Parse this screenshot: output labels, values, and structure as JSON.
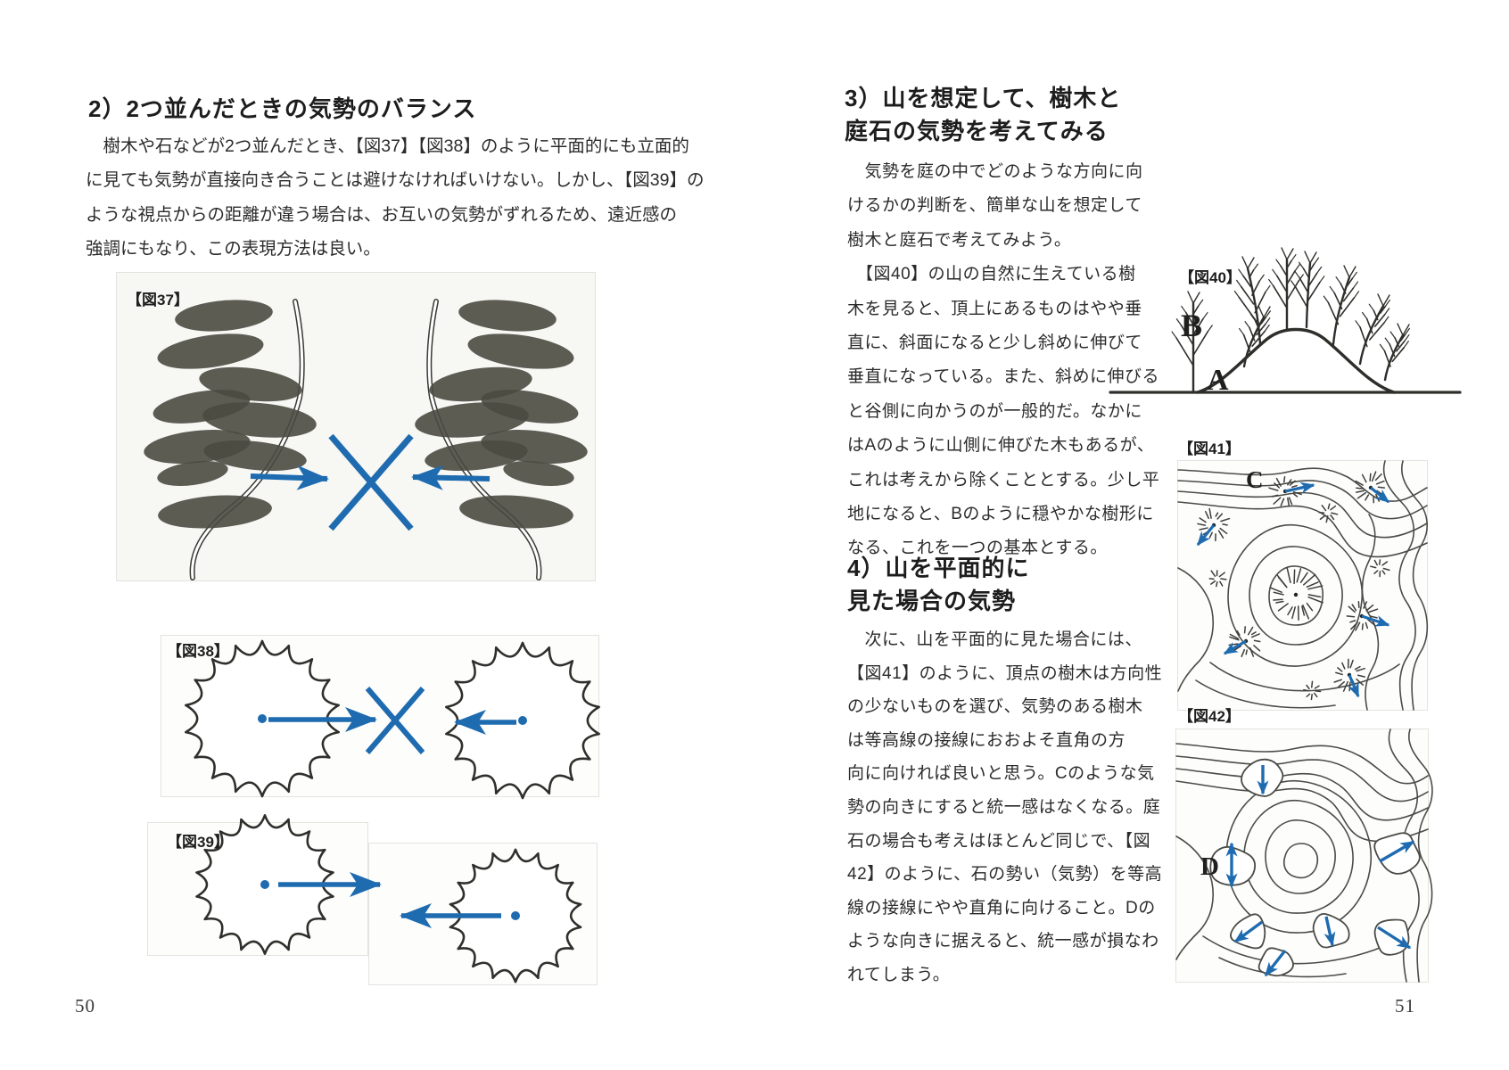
{
  "page": {
    "left_number": "50",
    "right_number": "51"
  },
  "colors": {
    "accent_blue": "#1e6bb0",
    "ink": "#2b2b2b",
    "figure_line": "#4b4b47"
  },
  "left_column": {
    "heading": "2）2つ並んだときの気勢のバランス",
    "paragraph_lines": [
      "　樹木や石などが2つ並んだとき、【図37】【図38】のように平面的にも立面的",
      "に見ても気勢が直接向き合うことは避けなければいけない。しかし、【図39】の",
      "ような視点からの距離が違う場合は、お互いの気勢がずれるため、遠近感の",
      "強調にもなり、この表現方法は良い。"
    ],
    "fig37": {
      "label": "【図37】"
    },
    "fig38": {
      "label": "【図38】"
    },
    "fig39": {
      "label": "【図39】"
    }
  },
  "right_column": {
    "heading3_lines": [
      "3）山を想定して、樹木と",
      "庭石の気勢を考えてみる"
    ],
    "section3_lines": [
      "　気勢を庭の中でどのような方向に向",
      "けるかの判断を、簡単な山を想定して",
      "樹木と庭石で考えてみよう。",
      "　【図40】の山の自然に生えている樹",
      "木を見ると、頂上にあるものはやや垂",
      "直に、斜面になると少し斜めに伸びて",
      "垂直になっている。また、斜めに伸びる",
      "と谷側に向かうのが一般的だ。なかに",
      "はAのように山側に伸びた木もあるが、",
      "これは考えから除くこととする。少し平",
      "地になると、Bのように穏やかな樹形に",
      "なる、これを一つの基本とする。"
    ],
    "heading4_lines": [
      "4）山を平面的に",
      "見た場合の気勢"
    ],
    "section4_lines": [
      "　次に、山を平面的に見た場合には、",
      "【図41】のように、頂点の樹木は方向性",
      "の少ないものを選び、気勢のある樹木",
      "は等高線の接線におおよそ直角の方",
      "向に向ければ良いと思う。Cのような気",
      "勢の向きにすると統一感はなくなる。庭",
      "石の場合も考えはほとんど同じで、【図",
      "42】のように、石の勢い（気勢）を等高",
      "線の接線にやや直角に向けること。Dの",
      "ような向きに据えると、統一感が損なわ",
      "れてしまう。"
    ],
    "fig40": {
      "label": "【図40】",
      "letter_b": "B",
      "letter_a": "A"
    },
    "fig41": {
      "label": "【図41】",
      "letter_c": "C"
    },
    "fig42": {
      "label": "【図42】",
      "letter_d": "D"
    }
  }
}
